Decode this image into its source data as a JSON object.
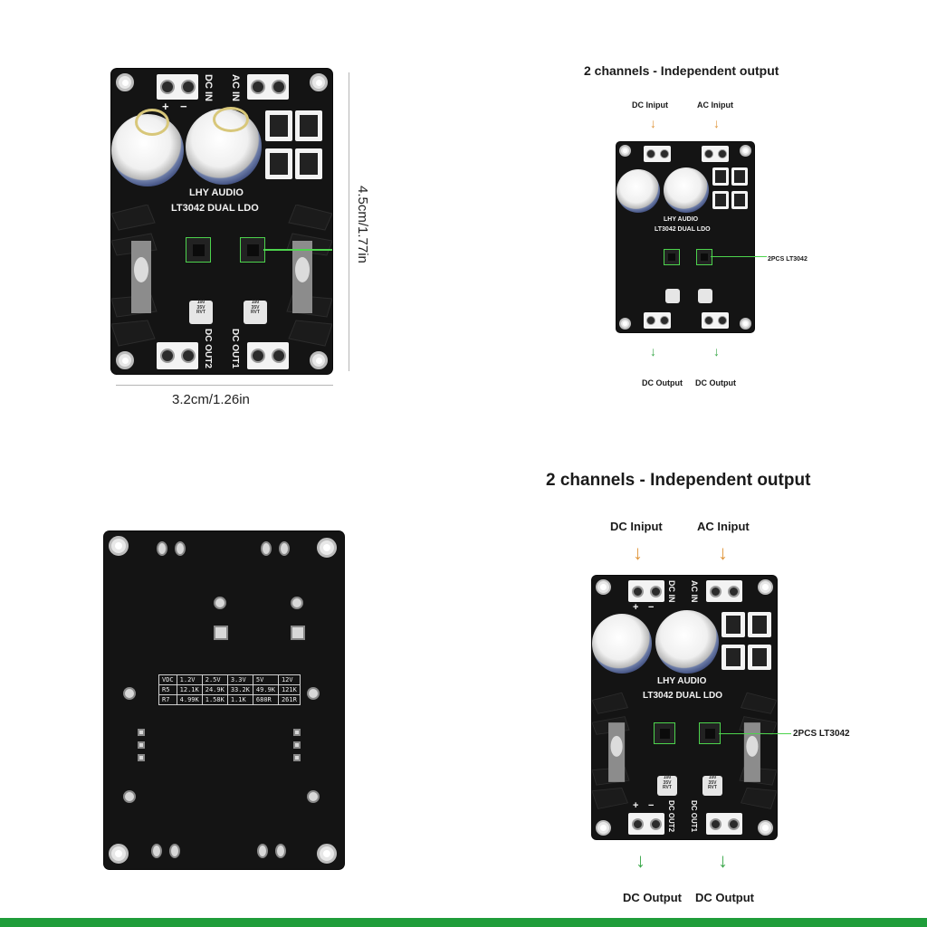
{
  "board": {
    "brand": "LHY AUDIO",
    "model": "LT3042 DUAL LDO",
    "dc_in": "DC IN",
    "ac_in": "AC IN",
    "dc_out1": "DC OUT1",
    "dc_out2": "DC OUT2",
    "plus": "+",
    "minus": "−",
    "cap_text": "100\n35V\nRVT"
  },
  "dimensions": {
    "width": "3.2cm/1.26in",
    "height": "4.5cm/1.77in"
  },
  "diagram": {
    "title": "2 channels - Independent output",
    "dc_input": "DC Iniput",
    "ac_input": "AC Iniput",
    "chip_callout": "2PCS LT3042",
    "dc_output": "DC Output",
    "arrow_down": "↓"
  },
  "resistor_table": {
    "rows": [
      [
        "VDC",
        "1.2V",
        "2.5V",
        "3.3V",
        "5V",
        "12V"
      ],
      [
        "R5",
        "12.1K",
        "24.9K",
        "33.2K",
        "49.9K",
        "121K"
      ],
      [
        "R7",
        "4.99K",
        "1.58K",
        "1.1K",
        "680R",
        "261R"
      ]
    ]
  },
  "colors": {
    "pcb": "#141414",
    "accent_orange": "#e0963c",
    "accent_green": "#3aa84a",
    "bottom_bar": "#1f9d3a"
  }
}
